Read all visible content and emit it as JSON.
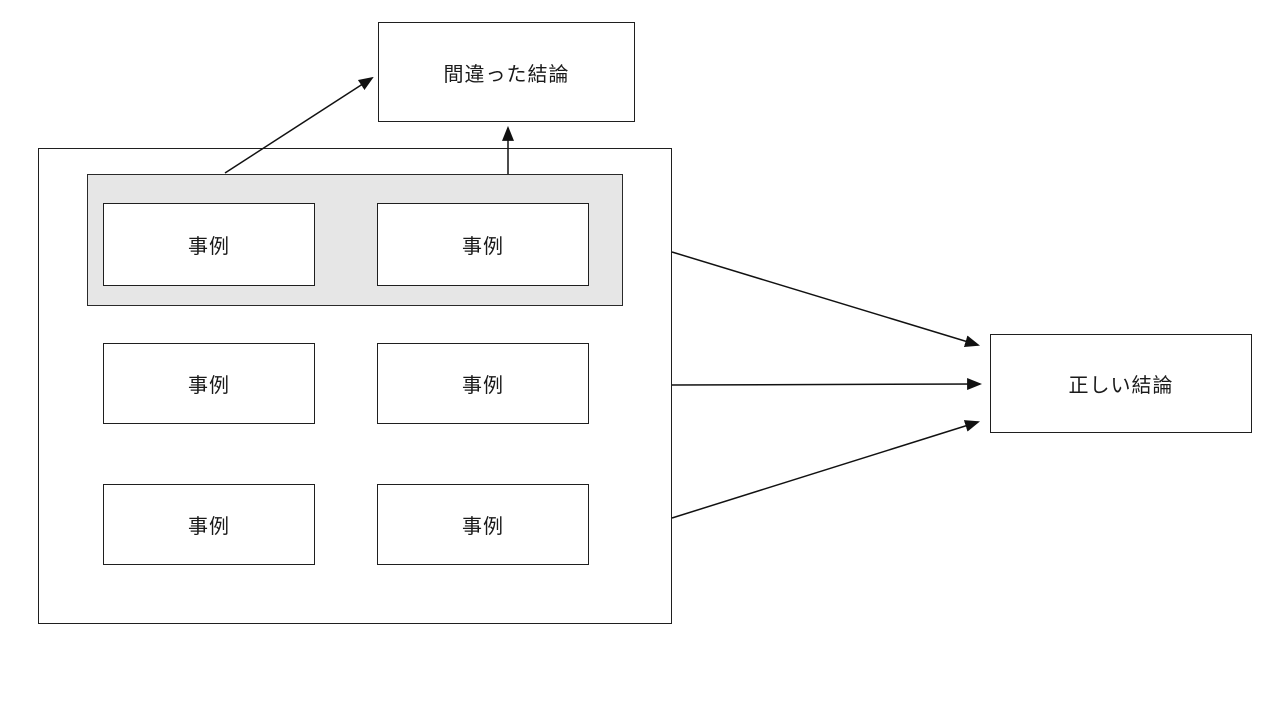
{
  "diagram": {
    "title_none": "",
    "wrong_conclusion": {
      "label": "間違った結論"
    },
    "correct_conclusion": {
      "label": "正しい結論"
    },
    "cases": [
      {
        "label": "事例"
      },
      {
        "label": "事例"
      },
      {
        "label": "事例"
      },
      {
        "label": "事例"
      },
      {
        "label": "事例"
      },
      {
        "label": "事例"
      }
    ],
    "colors": {
      "highlight_fill": "#e6e6e6",
      "line": "#1f1f1f",
      "background": "#ffffff"
    }
  }
}
